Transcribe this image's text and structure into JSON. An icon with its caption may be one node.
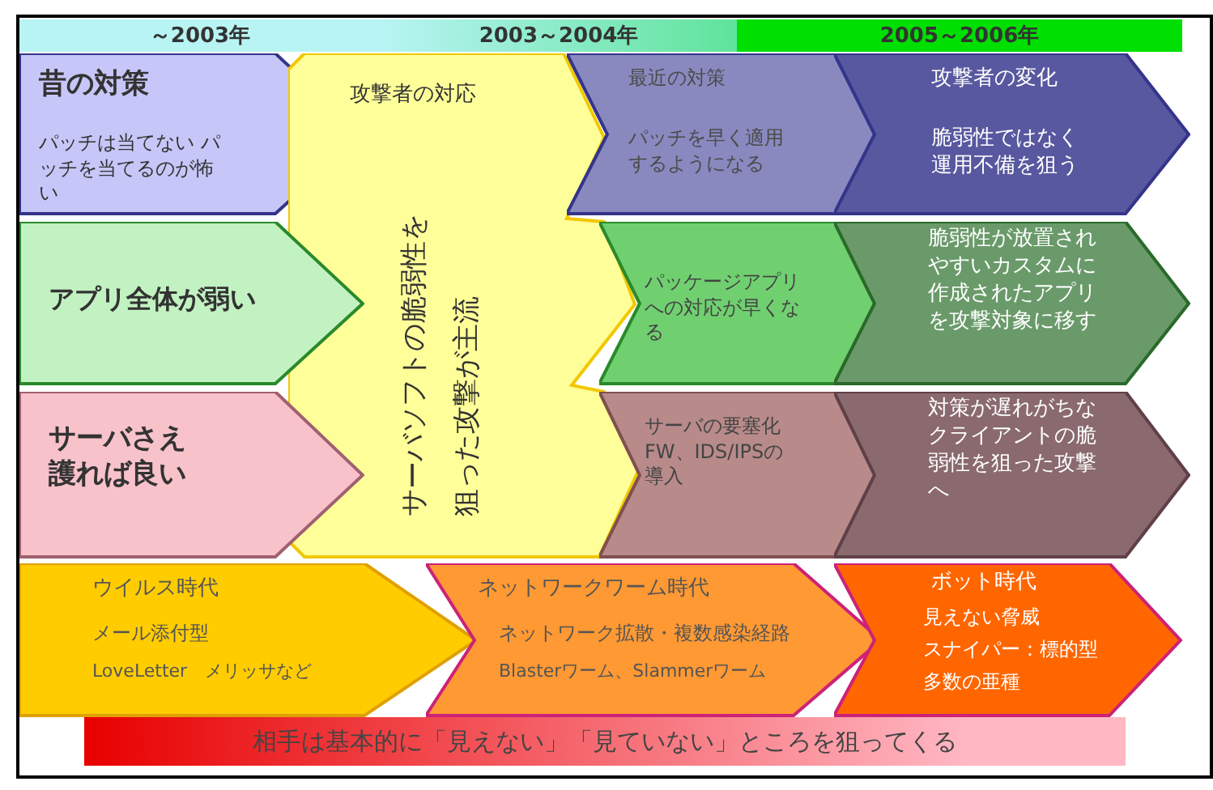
{
  "diagram": {
    "nodes": [
      {
        "text": [
          "～2003年"
        ]
      },
      {
        "text": [
          "2003～2004年"
        ]
      },
      {
        "text": [
          "2005～2006年"
        ]
      },
      {
        "text": [
          "昔の対策",
          "パッチは当てない パッチを当てるのが怖い"
        ]
      },
      {
        "text": [
          "攻撃者の対応",
          "サーバソフトの脆弱性を狙った攻撃が主流"
        ]
      },
      {
        "text": [
          "最近の対策",
          "パッチを早く適用するようになる"
        ]
      },
      {
        "text": [
          "攻撃者の変化",
          "脆弱性ではなく運用不備を狙う"
        ]
      },
      {
        "text": [
          "アプリ全体が弱い"
        ]
      },
      {
        "text": [
          "パッケージアプリへの対応が早くなる"
        ]
      },
      {
        "text": [
          "脆弱性が放置されやすいカスタムに作成されたアプリを攻撃対象に移す"
        ]
      },
      {
        "text": [
          "サーバさえ護れば良い"
        ]
      },
      {
        "text": [
          "サーバの要塞化FW、IDS/IPSの導入"
        ]
      },
      {
        "text": [
          "対策が遅れがちなクライアントの脆弱性を狙った攻撃へ"
        ]
      },
      {
        "text": [
          "ウイルス時代",
          "メール添付型",
          "LoveLetter　メリッサなど"
        ]
      },
      {
        "text": [
          "ネットワークワーム時代",
          "ネットワーク拡散・複数感染経路",
          "Blasterワーム、Slammerワーム"
        ]
      },
      {
        "text": [
          "ボット時代",
          "見えない脅威",
          "スナイパー：標的型",
          "多数の亜種"
        ]
      },
      {
        "text": [
          "相手は基本的に「見えない」「見ていない」ところを狙ってくる"
        ]
      }
    ]
  }
}
